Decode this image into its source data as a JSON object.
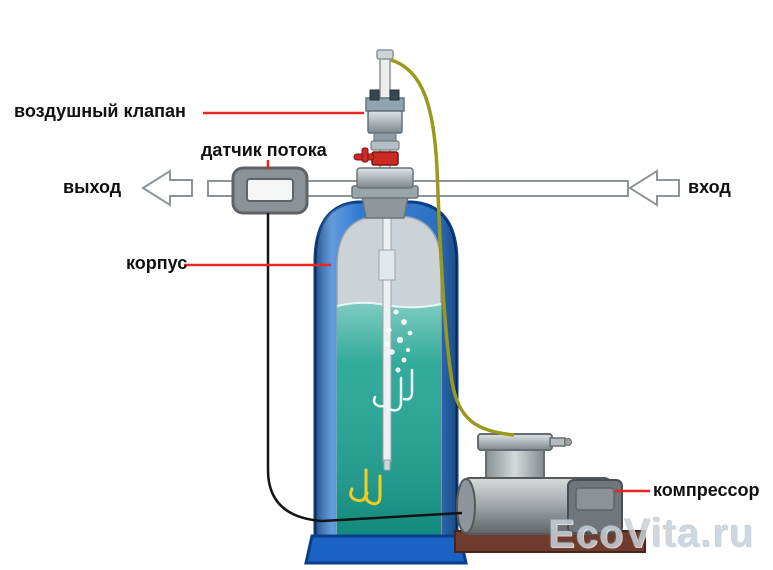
{
  "diagram": {
    "labels": {
      "air_valve": "воздушный клапан",
      "flow_sensor": "датчик потока",
      "outlet": "выход",
      "inlet": "вход",
      "housing": "корпус",
      "compressor": "компрессор"
    },
    "watermark": "EcoVita.ru",
    "colors": {
      "label_text": "#101010",
      "leader_line": "#e8261f",
      "tank_outline": "#0a3e8c",
      "tank_blue": "#2f7ad0",
      "water_teal": "#17a08e",
      "air_tube_yellow": "#9a991c",
      "cable_black": "#141414",
      "metal_gray": "#9aa0a4",
      "valve_red": "#cc2a24",
      "compressor_base_brown": "#6e3b2e"
    }
  }
}
